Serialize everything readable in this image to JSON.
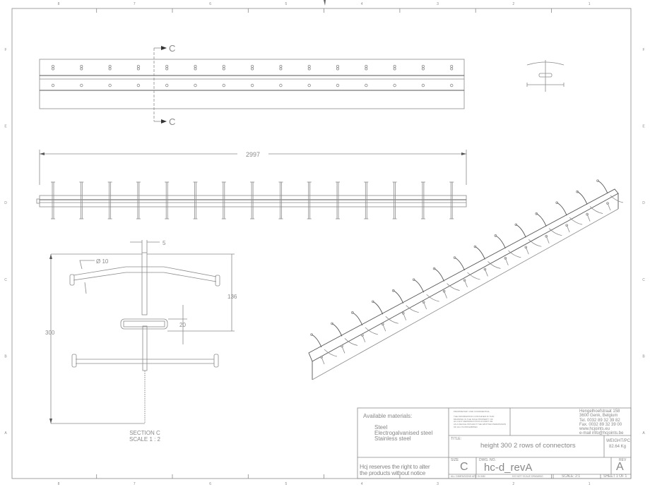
{
  "frame": {
    "columns": [
      "8",
      "7",
      "6",
      "5",
      "4",
      "3",
      "2",
      "1"
    ],
    "rows": [
      "F",
      "E",
      "D",
      "C",
      "B",
      "A"
    ]
  },
  "top_view": {
    "section_label": "C",
    "connector_count": 15
  },
  "front_view": {
    "overall_length": "2997"
  },
  "section_view": {
    "plate_thickness": "5",
    "rod_diameter": "Ø 10",
    "upper_height": "136",
    "slot_height": "20",
    "total_height": "300",
    "caption": "SECTION C",
    "scale": "SCALE 1 : 2"
  },
  "title_block": {
    "materials_heading": "Available materials:",
    "materials": [
      "Steel",
      "Electrogalvanised steel",
      "Stainless steel"
    ],
    "disclaimer": "Hcj reserves the right to alter\nthe products without notice",
    "proprietary": "PROPRIETARY AND CONFIDENTIAL\n\nTHE INFORMATION CONTAINED IN THIS\nDRAWING IS THE SOLE PROPERTY OF\nHCJ ANY REPRODUCTION IN PART OR\nAS A WHOLE WITHOUT THE WRITTEN PERMISSION\nOF HCJ IS PROHIBITED",
    "address": "Hengelhoefstraat 158\n3600 Genk, Belgium\nTel. 0032 89 32 39 82\nFax. 0032 89 32 39 00\nwww.hcjoints.eu\ne-mail info@hcjoints.be",
    "title_label": "TITLE:",
    "title": "height 300 2 rows of connectors",
    "weight_label": "WEIGHT/PC",
    "weight": "82.64 Kg",
    "size_label": "SIZE",
    "size": "C",
    "dwg_label": "DWG. NO.",
    "dwg_no": "hc-d_revA",
    "rev_label": "REV",
    "rev": "A",
    "dimensions_note": "ALL DIMENSIONS ARE IN MM",
    "no_scale_note": "DO NOT SCALE DRAWING",
    "scale": "SCALE: 2:1",
    "sheet": "SHEET 1 OF 1"
  }
}
